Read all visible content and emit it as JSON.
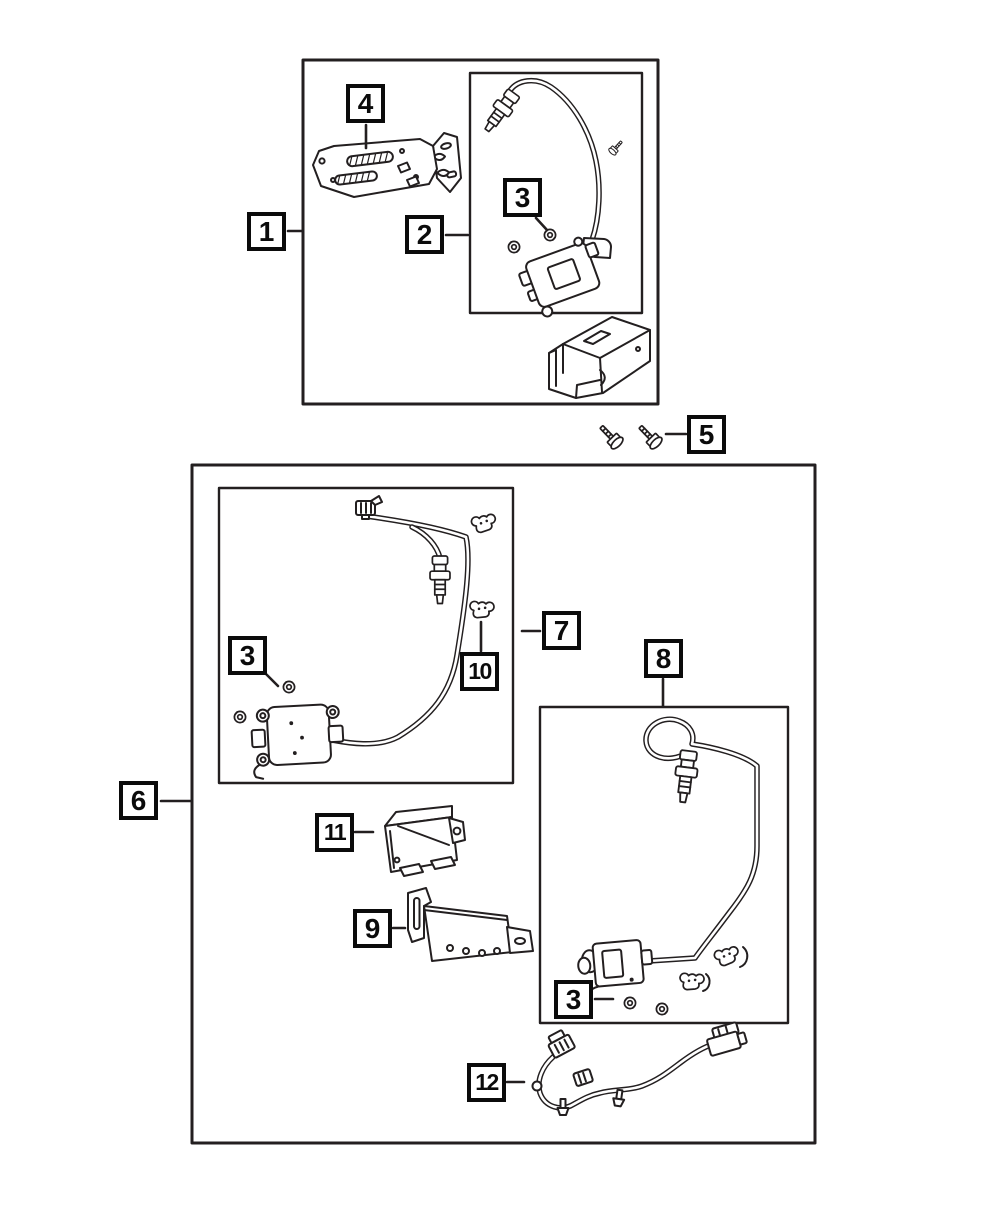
{
  "diagram": {
    "kind": "exploded-parts-line-diagram",
    "background_color": "#ffffff",
    "line_color": "#231f20",
    "callout_border_color": "#0b0b0b",
    "callouts": {
      "n1": {
        "label": "1"
      },
      "n2": {
        "label": "2"
      },
      "n3_top": {
        "label": "3"
      },
      "n3_mid": {
        "label": "3"
      },
      "n3_bottom": {
        "label": "3"
      },
      "n4": {
        "label": "4"
      },
      "n5": {
        "label": "5"
      },
      "n6": {
        "label": "6"
      },
      "n7": {
        "label": "7"
      },
      "n8": {
        "label": "8"
      },
      "n9": {
        "label": "9"
      },
      "n10": {
        "label": "10"
      },
      "n11": {
        "label": "11"
      },
      "n12": {
        "label": "12"
      }
    }
  }
}
